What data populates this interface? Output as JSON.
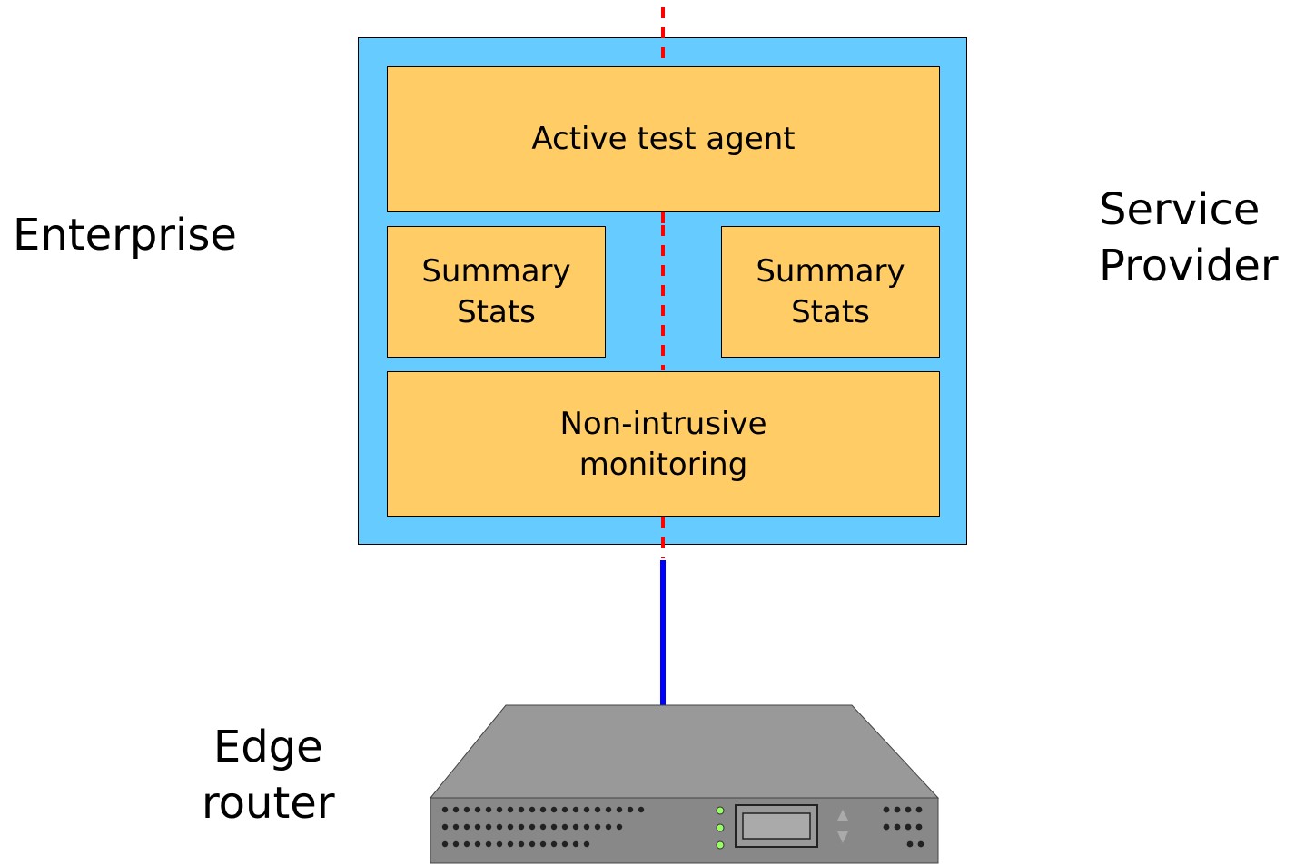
{
  "labels": {
    "enterprise": "Enterprise",
    "service_provider": [
      "Service",
      "Provider"
    ],
    "edge_router": [
      "Edge",
      "router"
    ]
  },
  "boxes": {
    "active_test_agent": "Active test agent",
    "summary_stats_left": [
      "Summary",
      "Stats"
    ],
    "summary_stats_right": [
      "Summary",
      "Stats"
    ],
    "non_intrusive_monitoring": [
      "Non-intrusive",
      "monitoring"
    ]
  },
  "colors": {
    "container": "#66ccff",
    "box": "#ffcc66",
    "boundary_line": "#ff0000",
    "arrow": "#0000ff",
    "router_body": "#888888",
    "router_top": "#999999"
  },
  "icons": {
    "edge_router": "router-icon"
  }
}
